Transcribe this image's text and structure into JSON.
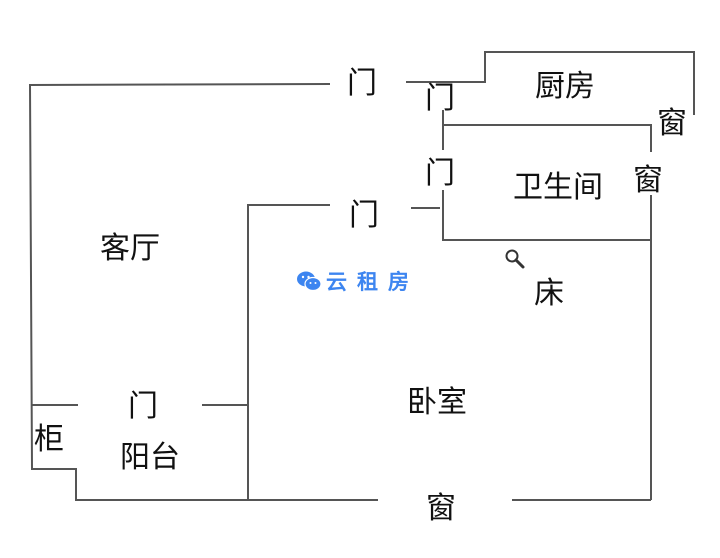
{
  "rooms": {
    "living_room": "客厅",
    "kitchen": "厨房",
    "bathroom": "卫生间",
    "bedroom": "卧室",
    "balcony": "阳台",
    "cabinet": "柜",
    "bed": "床"
  },
  "doors": {
    "main": "门",
    "kitchen": "门",
    "bathroom": "门",
    "bedroom": "门",
    "balcony": "门"
  },
  "windows": {
    "kitchen": "窗",
    "bathroom": "窗",
    "bedroom": "窗"
  },
  "watermark": {
    "text": "云租房",
    "color": "#3d85f0"
  }
}
